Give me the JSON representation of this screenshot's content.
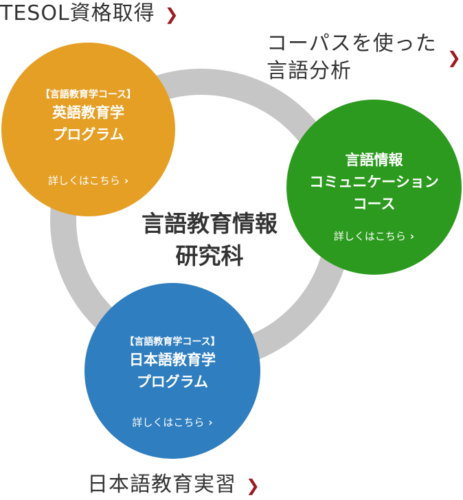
{
  "links": {
    "tesol": {
      "label": "TESOL資格取得",
      "arrow": "❯"
    },
    "corpus": {
      "line1": "コーパスを使った",
      "line2": "言語分析",
      "arrow": "❯"
    },
    "japanese_practicum": {
      "label": "日本語教育実習",
      "arrow": "❯"
    }
  },
  "center": {
    "line1": "言語教育情報",
    "line2": "研究科"
  },
  "circles": {
    "english": {
      "tag": "【言語教育学コース】",
      "line1": "英語教育学",
      "line2": "プログラム",
      "more": "詳しくはこちら",
      "chev": "›"
    },
    "communication": {
      "line1": "言語情報",
      "line2": "コミュニケーション",
      "line3": "コース",
      "more": "詳しくはこちら",
      "chev": "›"
    },
    "japanese": {
      "tag": "【言語教育学コース】",
      "line1": "日本語教育学",
      "line2": "プログラム",
      "more": "詳しくはこちら",
      "chev": "›"
    }
  },
  "colors": {
    "orange": "#e59f25",
    "green": "#2c9a1e",
    "blue": "#2f7ebf",
    "ring": "#c6c6c6",
    "arrow": "#9b1b1f"
  }
}
